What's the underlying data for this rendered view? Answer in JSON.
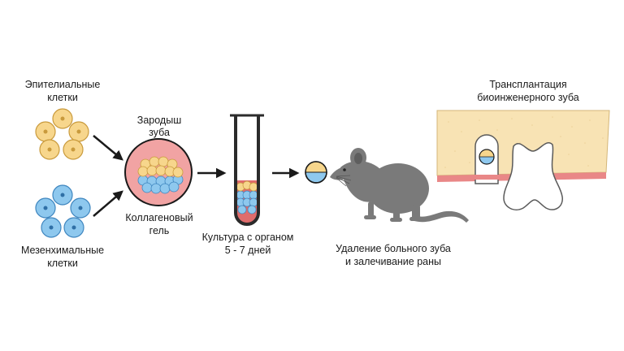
{
  "labels": {
    "epithelial": [
      "Эпителиальные",
      "клетки"
    ],
    "mesenchymal": [
      "Мезенхимальные",
      "клетки"
    ],
    "germ": [
      "Зародыш",
      "зуба"
    ],
    "collagen": [
      "Коллагеновый",
      "гель"
    ],
    "culture": [
      "Культура с органом",
      "5 - 7 дней"
    ],
    "removal": [
      "Удаление больного зуба",
      "и залечивание раны"
    ],
    "transplant": [
      "Трансплантация",
      "биоинженерного зуба"
    ]
  },
  "colors": {
    "epithelial_fill": "#f7d68c",
    "epithelial_stroke": "#c99a3c",
    "mesenchymal_fill": "#8ec8ee",
    "mesenchymal_stroke": "#3f86bf",
    "gel_pink": "#f1a3a3",
    "gel_red": "#e06c6c",
    "tube_outline": "#2b2b2b",
    "mouse": "#7a7a7a",
    "bone": "#f8e3b4",
    "gum": "#e98787",
    "arrow": "#1a1a1a"
  },
  "icons": {
    "epithelial_cells": "epithelial-cells-icon",
    "mesenchymal_cells": "mesenchymal-cells-icon",
    "tooth_germ": "tooth-germ-icon",
    "test_tube": "test-tube-icon",
    "mouse": "mouse-icon",
    "jaw": "jaw-icon",
    "tooth": "tooth-icon"
  }
}
